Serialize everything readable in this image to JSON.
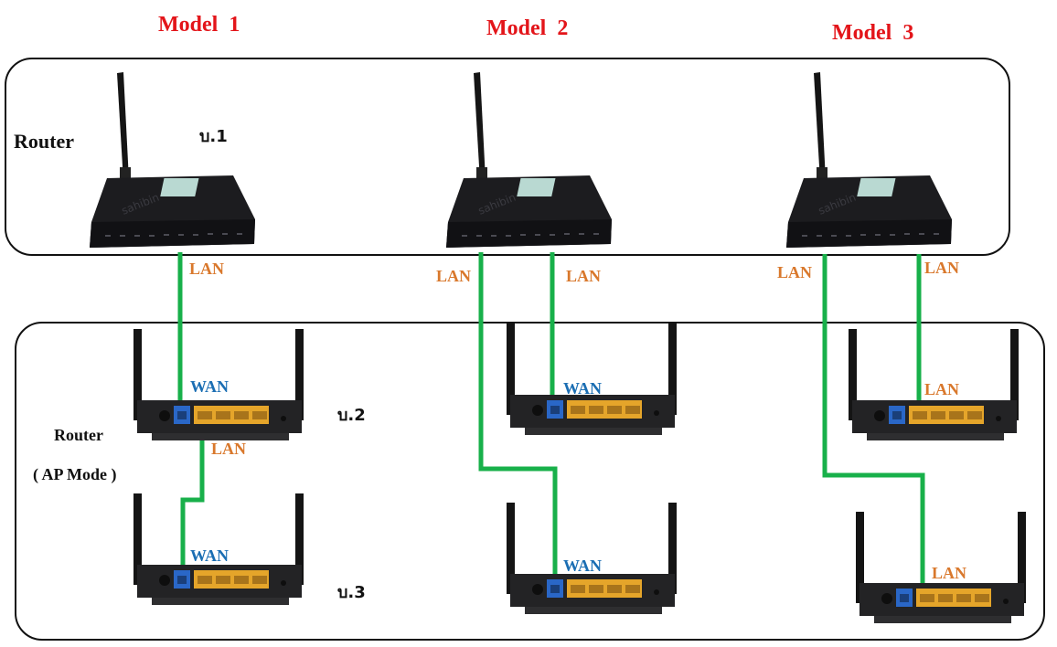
{
  "models": {
    "m1": "Model  1",
    "m2": "Model  2",
    "m3": "Model  3"
  },
  "groups": {
    "main_router": "Router",
    "ap_router": "Router",
    "ap_mode": "( AP Mode )"
  },
  "floors": {
    "f1": "บ.1",
    "f2": "บ.2",
    "f3": "บ.3"
  },
  "ports": {
    "lan": "LAN",
    "wan": "WAN"
  },
  "router_brand": "sahibin",
  "colors": {
    "title_red": "#e3151a",
    "lan_orange": "#d9782c",
    "wan_blue": "#1b6eb3",
    "cable_green": "#18b04a",
    "lan_port_yellow": "#e5a52a",
    "wan_port_blue": "#2a67c7"
  }
}
